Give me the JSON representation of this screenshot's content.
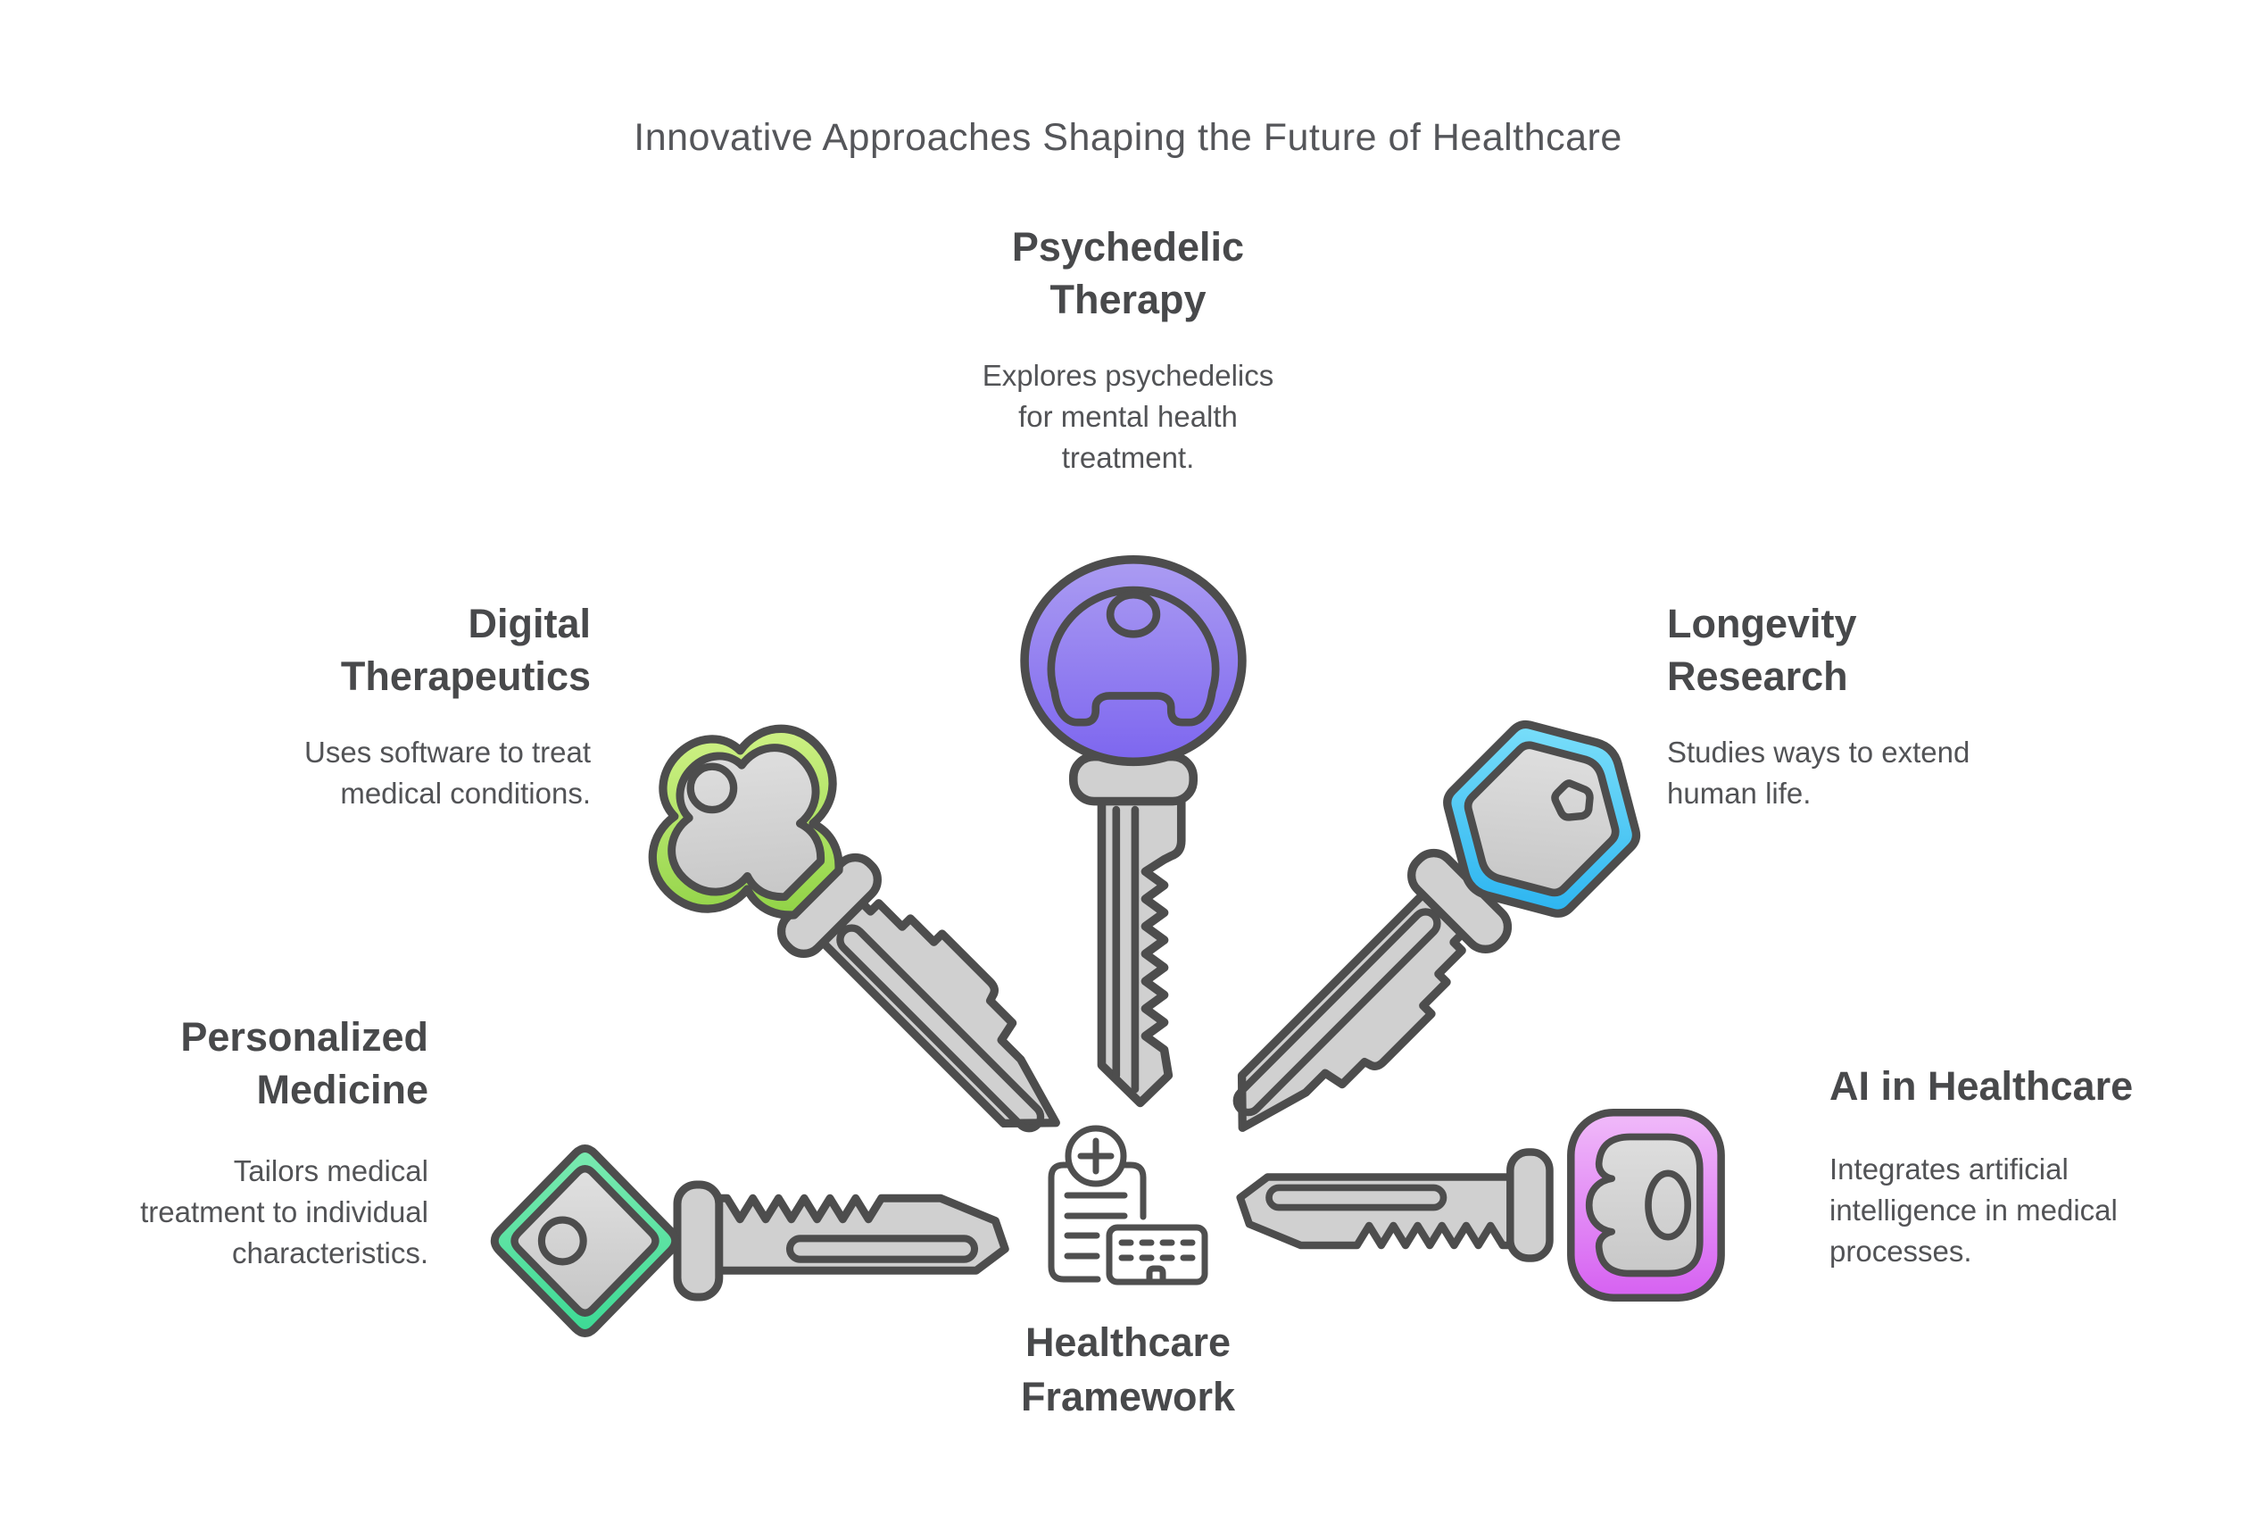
{
  "title": "Innovative Approaches Shaping the Future of Healthcare",
  "center": {
    "label": "Healthcare\nFramework",
    "icon": "clipboard-plus-hospital"
  },
  "items": [
    {
      "id": "psychedelic-therapy",
      "label": "Psychedelic\nTherapy",
      "description": "Explores psychedelics\nfor mental health\ntreatment.",
      "key_shape": "round-head-key",
      "key_color_top": "#ab9cf2",
      "key_color_bottom": "#7d66ef"
    },
    {
      "id": "digital-therapeutics",
      "label": "Digital\nTherapeutics",
      "description": "Uses software to treat\nmedical conditions.",
      "key_shape": "clover-head-key",
      "key_color_top": "#c9ef77",
      "key_color_bottom": "#8ed244"
    },
    {
      "id": "longevity-research",
      "label": "Longevity\nResearch",
      "description": "Studies ways to extend\nhuman life.",
      "key_shape": "hexagon-head-key",
      "key_color_top": "#7de0fa",
      "key_color_bottom": "#29b3f0"
    },
    {
      "id": "personalized-medicine",
      "label": "Personalized\nMedicine",
      "description": "Tailors medical\ntreatment to individual\ncharacteristics.",
      "key_shape": "diamond-head-key",
      "key_color_top": "#79eab0",
      "key_color_bottom": "#3eda95"
    },
    {
      "id": "ai-in-healthcare",
      "label": "AI in Healthcare",
      "description": "Integrates artificial\nintelligence in medical\nprocesses.",
      "key_shape": "rounded-square-head-key",
      "key_color_top": "#efb6f9",
      "key_color_bottom": "#d765f2"
    }
  ],
  "colors": {
    "outline": "#4d4d4d",
    "metal": "#d0d0d0",
    "metal_light": "#dedede",
    "heading_text": "#48494b",
    "body_text": "#525356",
    "title_text": "#55565a",
    "background": "#ffffff"
  }
}
